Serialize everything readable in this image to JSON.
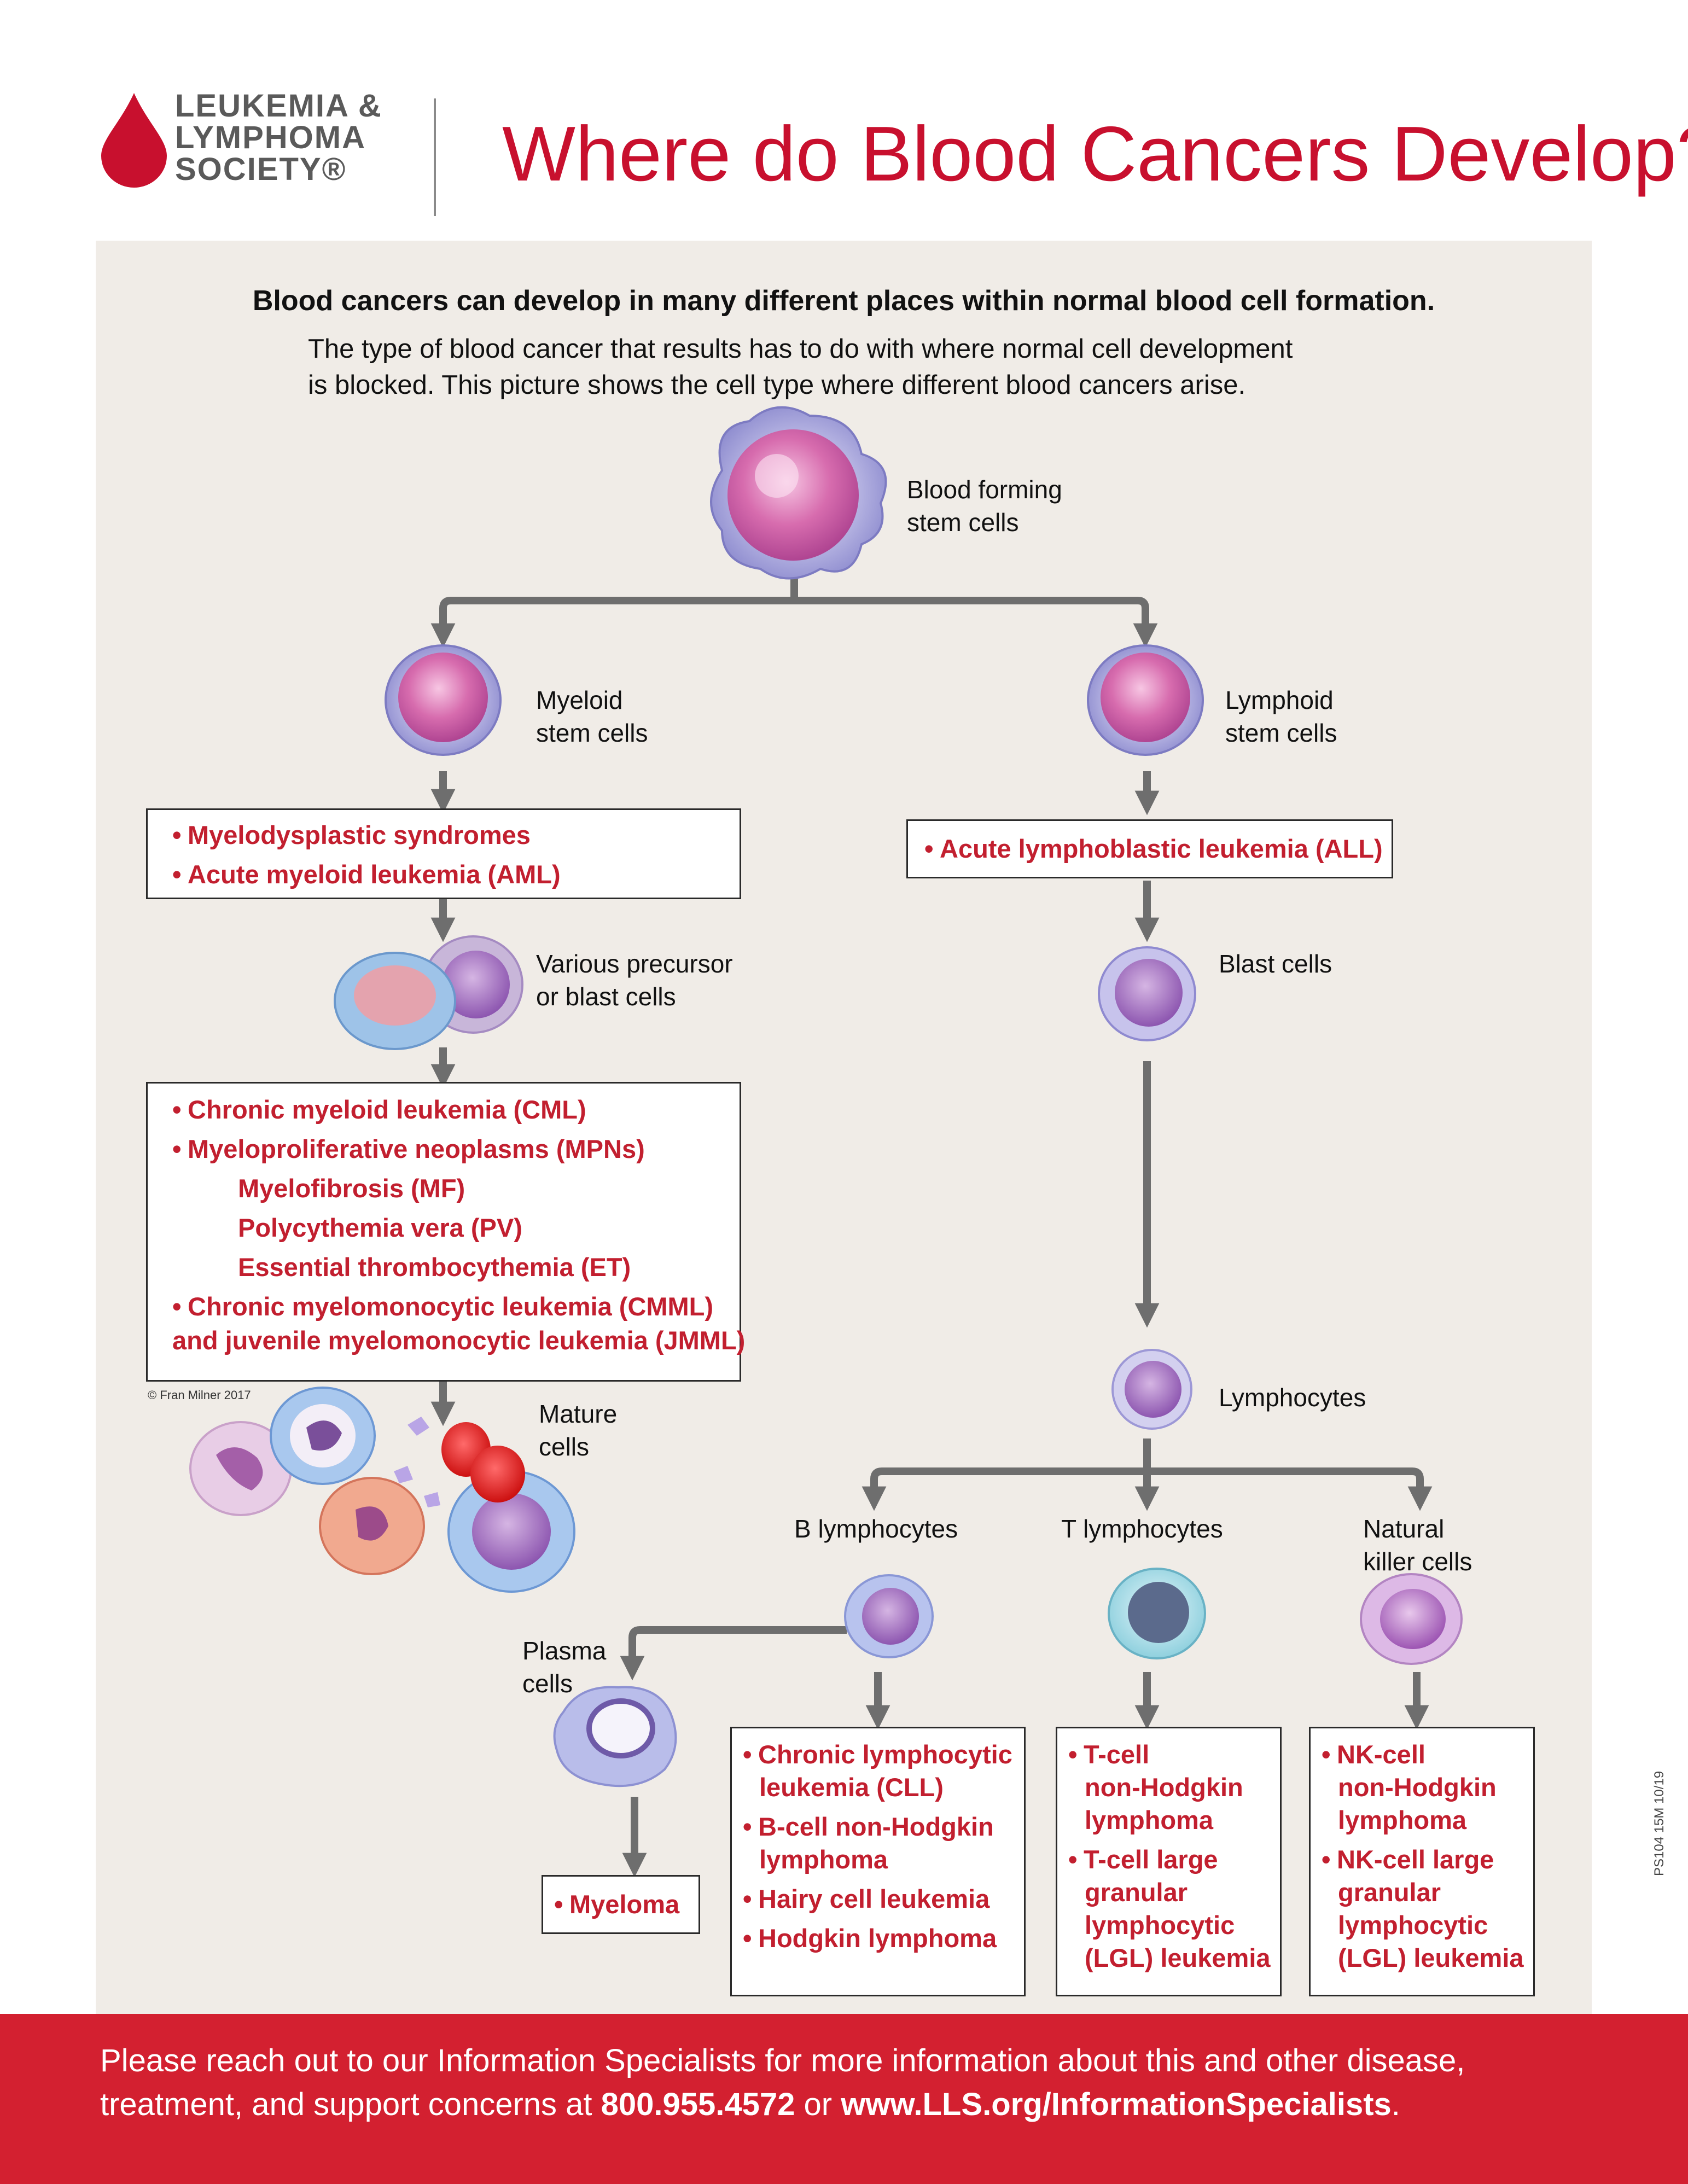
{
  "header": {
    "logo_lines": [
      "LEUKEMIA &",
      "LYMPHOMA",
      "SOCIETY®"
    ],
    "title": "Where do Blood Cancers Develop?"
  },
  "intro": {
    "subtitle": "Blood cancers can develop in many different places within normal blood cell formation.",
    "body_line1": "The type of blood cancer that results has to do with where normal cell development",
    "body_line2": "is blocked. This picture shows the cell type where different blood cancers arise."
  },
  "nodes": {
    "stem": [
      "Blood forming",
      "stem cells"
    ],
    "myeloid": [
      "Myeloid",
      "stem cells"
    ],
    "lymphoid": [
      "Lymphoid",
      "stem cells"
    ],
    "precursor": [
      "Various precursor",
      "or blast cells"
    ],
    "blast": [
      "Blast cells"
    ],
    "lymphocytes": [
      "Lymphocytes"
    ],
    "mature": [
      "Mature",
      "cells"
    ],
    "b_lymph": [
      "B lymphocytes"
    ],
    "t_lymph": [
      "T lymphocytes"
    ],
    "nk": [
      "Natural",
      "killer cells"
    ],
    "plasma": [
      "Plasma",
      "cells"
    ]
  },
  "cancer_boxes": {
    "myeloid": [
      "Myelodysplastic syndromes",
      "Acute myeloid leukemia (AML)"
    ],
    "all": [
      "Acute lymphoblastic leukemia (ALL)"
    ],
    "chronic_myeloid": {
      "cml": "Chronic myeloid leukemia (CML)",
      "mpn": "Myeloproliferative neoplasms (MPNs)",
      "mpn_sub": [
        "Myelofibrosis (MF)",
        "Polycythemia vera (PV)",
        "Essential thrombocythemia (ET)"
      ],
      "cmml": "Chronic myelomonocytic leukemia (CMML)",
      "jmml": "and juvenile myelomonocytic leukemia (JMML)"
    },
    "myeloma": [
      "Myeloma"
    ],
    "b_cell": [
      [
        "Chronic lymphocytic",
        "leukemia (CLL)"
      ],
      [
        "B-cell non-Hodgkin",
        "lymphoma"
      ],
      [
        "Hairy cell leukemia"
      ],
      [
        "Hodgkin lymphoma"
      ]
    ],
    "t_cell": [
      [
        "T-cell",
        "non-Hodgkin",
        "lymphoma"
      ],
      [
        "T-cell large",
        "granular",
        "lymphocytic",
        "(LGL) leukemia"
      ]
    ],
    "nk_cell": [
      [
        "NK-cell",
        "non-Hodgkin",
        "lymphoma"
      ],
      [
        "NK-cell large",
        "granular",
        "lymphocytic",
        "(LGL) leukemia"
      ]
    ]
  },
  "credit": "© Fran Milner 2017",
  "footer": {
    "line1": "Please reach out to our Information Specialists for more information about this and other disease,",
    "line2_pre": "treatment, and support concerns at ",
    "phone": "800.955.4572",
    "mid": " or ",
    "url": "www.LLS.org/InformationSpecialists",
    "end": "."
  },
  "doc_code": "PS104 15M 10/19",
  "colors": {
    "brand_red": "#c8102e",
    "footer_red": "#d32030",
    "panel": "#f0ece7",
    "arrow": "#6e6e6e",
    "item_red": "#c21f2f"
  }
}
